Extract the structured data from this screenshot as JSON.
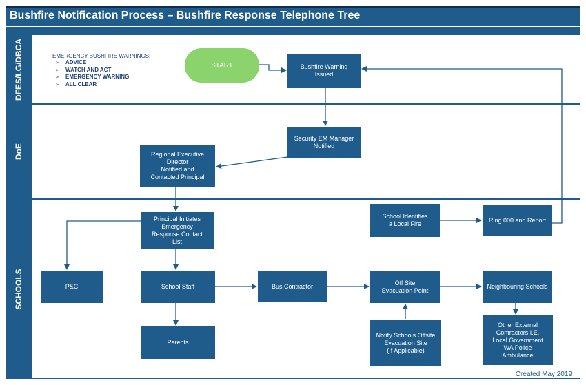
{
  "title": "Bushfire Notification Process – Bushfire Response Telephone Tree",
  "lanes": {
    "dfes": "DFES/LG/DBCA",
    "doe": "DoE",
    "schools": "SCHOOLS"
  },
  "legend": {
    "title": "EMERGENCY BUSHFIRE WARNINGS:",
    "items": [
      "ADVICE",
      "WATCH AND ACT",
      "EMERGENCY WARNING",
      "ALL CLEAR"
    ]
  },
  "nodes": {
    "start": "START",
    "warning_issued": "Bushfire Warning\nIssued",
    "security_em": "Security EM Manager\nNotified",
    "regional_director": "Regional Executive\nDirector\nNotified and\nContacted Principal",
    "principal_initiates": "Principal Initiates\nEmergency\nResponse Contact\nList",
    "school_identifies": "School Identifies\na Local Fire",
    "ring_000": "Ring 000 and Report",
    "pc": "P&C",
    "school_staff": "School Staff",
    "bus_contractor": "Bus Contractor",
    "offsite_point": "Off Site\nEvacuation Point",
    "neighbouring": "Neighbouring Schools",
    "parents": "Parents",
    "notify_offsite": "Notify Schools Offsite\nEvacuation Site\n(If Applicable)",
    "other_external": "Other External\nContractors I.E.\nLocal Government\nWA Police\nAmbulance"
  },
  "footer": "Created May 2019",
  "colors": {
    "primary": "#1f5c8b",
    "start": "#8bd36c",
    "text_dark": "#1f3f73"
  }
}
